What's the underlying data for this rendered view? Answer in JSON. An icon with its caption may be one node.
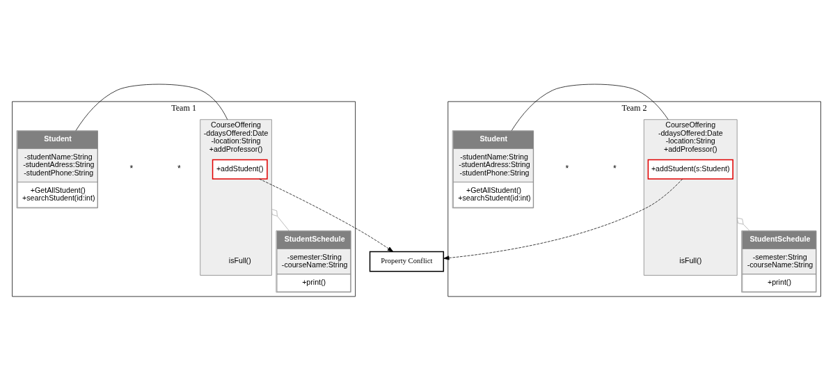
{
  "diagram": {
    "nodes": [
      {
        "text": [
          "Team 1"
        ]
      },
      {
        "text": [
          "Student",
          "-studentName:String -studentAdress:String -studentPhone:String",
          "+GetAllStudent() +searchStudent(id:int)"
        ],
        "in": 0
      },
      {
        "text": [
          "CourseOffering",
          "-ddaysOffered:Date -location:String",
          "+addProfessor()",
          "isFull()"
        ],
        "in": 0
      },
      {
        "text": [
          "+addStudent()"
        ],
        "in": 2
      },
      {
        "text": [
          "StudentSchedule",
          "-semester:String -courseName:String",
          "+print()"
        ],
        "in": 0
      },
      {
        "text": [
          "Team 2"
        ]
      },
      {
        "text": [
          "Student",
          "-studentName:String -studentAdress:String -studentPhone:String",
          "+GetAllStudent() +searchStudent(id:int)"
        ],
        "in": 5
      },
      {
        "text": [
          "CourseOffering",
          "-ddaysOffered:Date -location:String",
          "+addProfessor()",
          "isFull()"
        ],
        "in": 5
      },
      {
        "text": [
          "+addStudent(s:Student)"
        ],
        "in": 7
      },
      {
        "text": [
          "StudentSchedule",
          "-semester:String -courseName:String",
          "+print()"
        ],
        "in": 5
      },
      {
        "text": [
          "Property Conflict"
        ]
      }
    ],
    "edges": [
      {
        "from": 1,
        "to": 2,
        "arrow": "none"
      },
      {
        "from": 2,
        "to": 4,
        "arrow": "other",
        "color": "#a6a6a6"
      },
      {
        "from": 3,
        "to": 10,
        "arrow": "to",
        "style": "dashed"
      },
      {
        "from": 6,
        "to": 7,
        "arrow": "none"
      },
      {
        "from": 7,
        "to": 9,
        "arrow": "other",
        "color": "#a6a6a6"
      },
      {
        "from": 8,
        "to": 10,
        "arrow": "to",
        "style": "dashed"
      }
    ],
    "labels": [
      "*",
      "*",
      "*",
      "*"
    ]
  }
}
